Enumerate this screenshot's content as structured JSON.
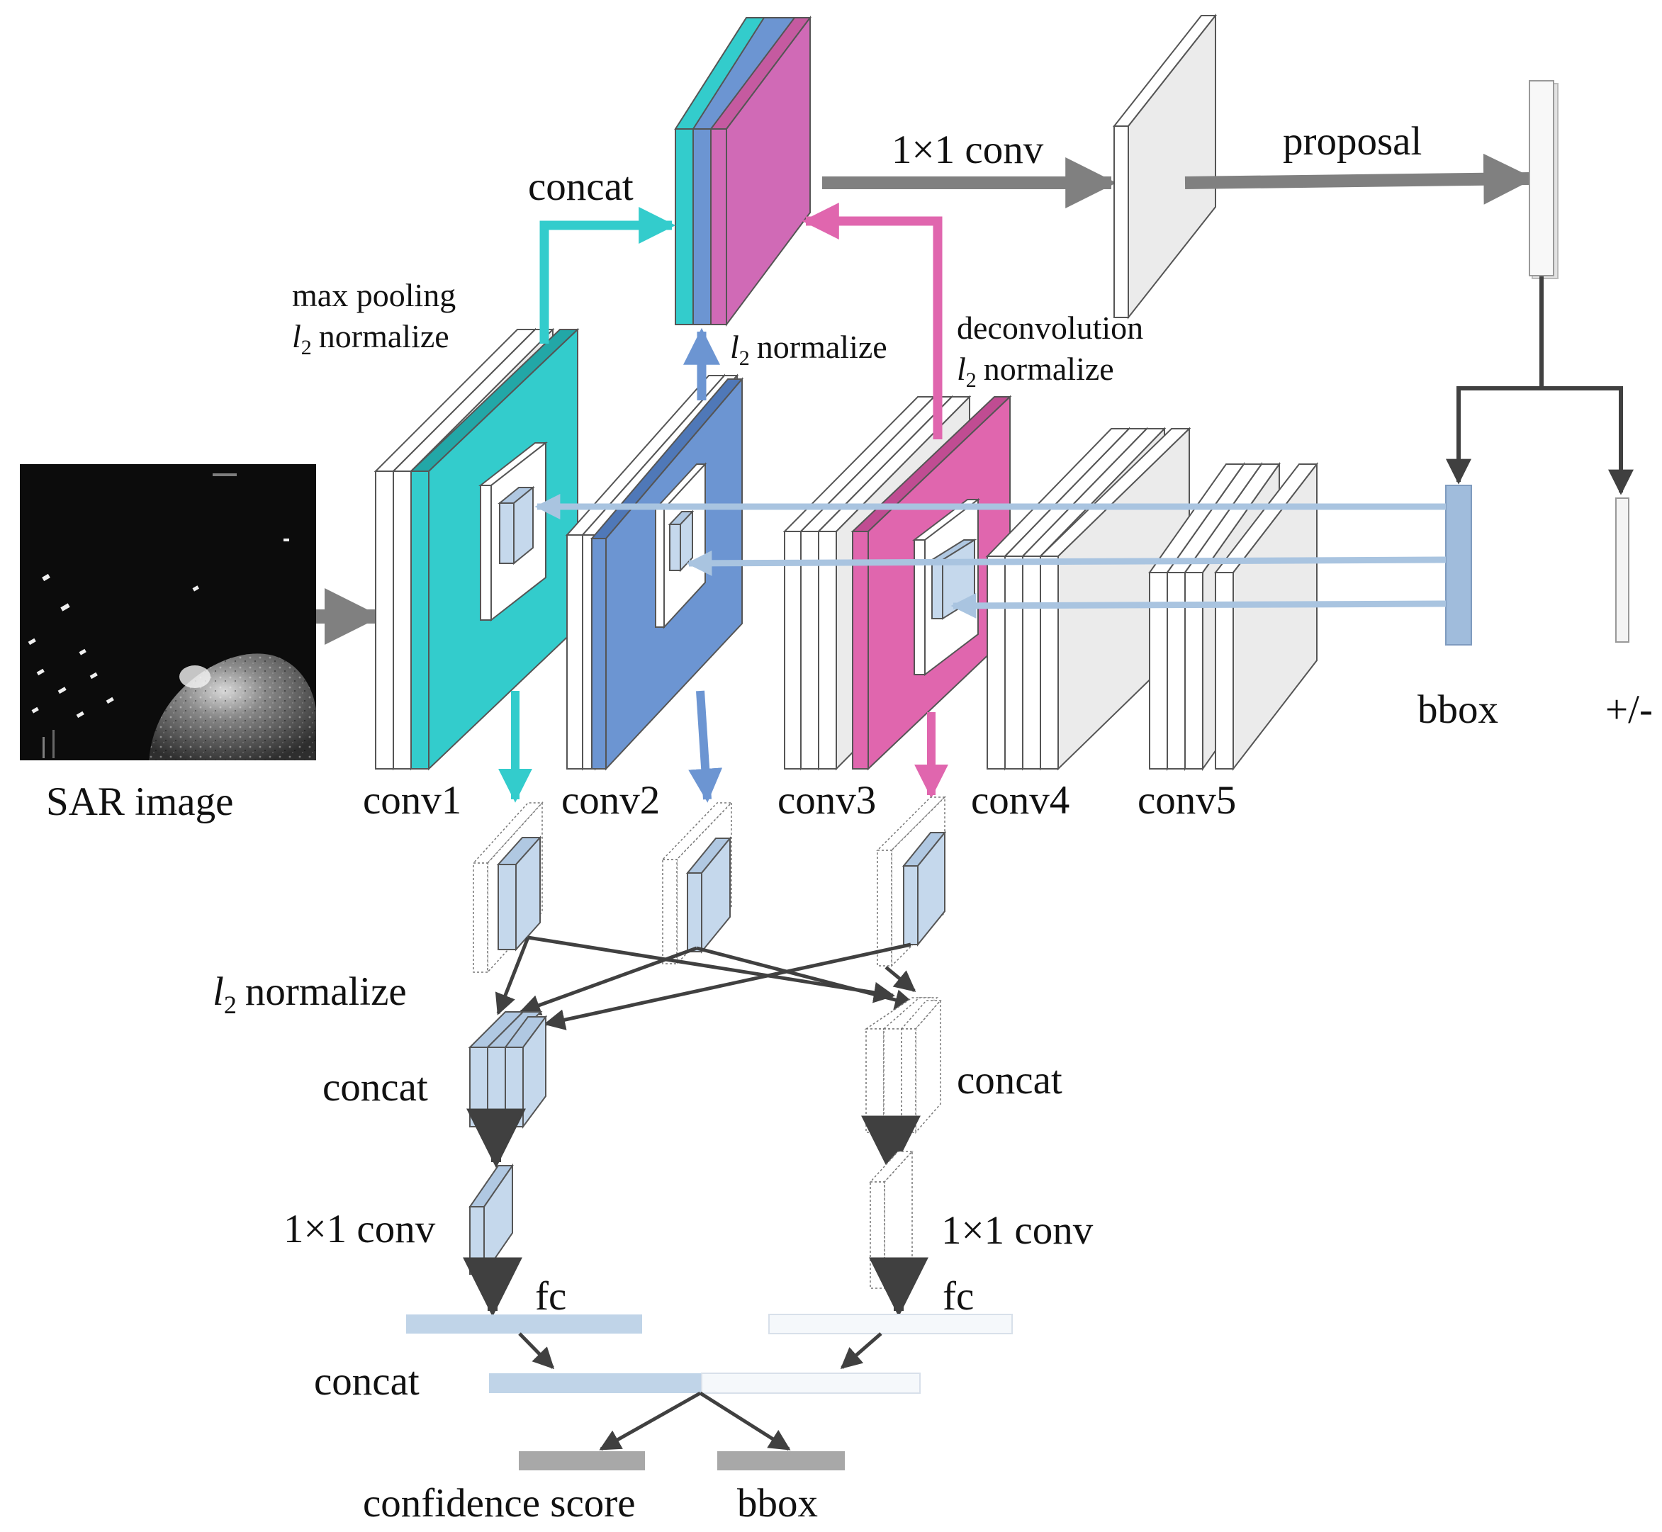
{
  "labels": {
    "sar_image": "SAR image",
    "conv1": "conv1",
    "conv2": "conv2",
    "conv3": "conv3",
    "conv4": "conv4",
    "conv5": "conv5",
    "concat_top": "concat",
    "max_pooling": "max pooling",
    "l2_normalize_conv1": "normalize",
    "l2_normalize_conv2": "normalize",
    "deconvolution": "deconvolution",
    "l2_normalize_conv3": "normalize",
    "l2_symbol": "l",
    "l2_subscript": "2",
    "conv_1x1_top": "1×1 conv",
    "proposal": "proposal",
    "bbox_rpn": "bbox",
    "plus_minus": "+/-",
    "l2_normalize_bottom": "normalize",
    "concat_left": "concat",
    "concat_right": "concat",
    "conv_1x1_left": "1×1 conv",
    "conv_1x1_right": "1×1 conv",
    "fc_left": "fc",
    "fc_right": "fc",
    "concat_final": "concat",
    "confidence_score": "confidence score",
    "bbox_final": "bbox"
  },
  "colors": {
    "teal": "#33CCCC",
    "blue": "#6C95D2",
    "magenta": "#E066AE",
    "light_blue": "#A9C4E0",
    "roi_fill": "#C5D8EC",
    "gray_arrow": "#808080",
    "dark_arrow": "#404040",
    "plate_gray": "#EBEBEB"
  }
}
